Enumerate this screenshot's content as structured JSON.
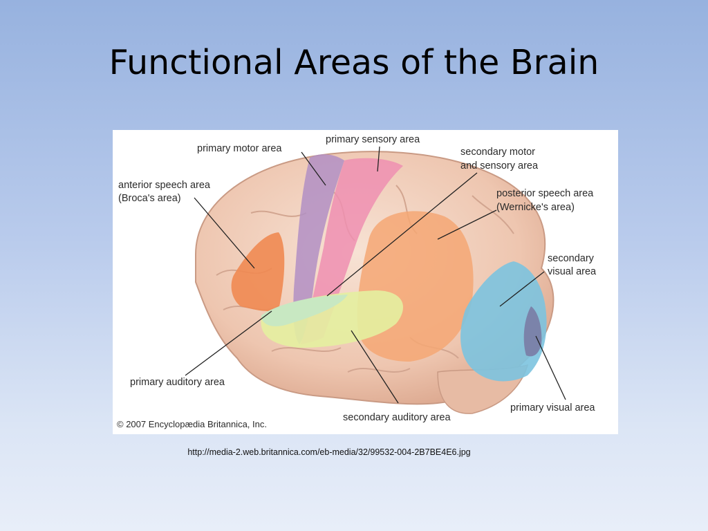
{
  "slide": {
    "title": "Functional Areas of the Brain",
    "source_url": "http://media-2.web.britannica.com/eb-media/32/99532-004-2B7BE4E6.jpg"
  },
  "figure": {
    "copyright": "© 2007 Encyclopædia Britannica, Inc.",
    "labels": {
      "primary_motor": "primary motor area",
      "primary_sensory": "primary sensory area",
      "secondary_motor_1": "secondary motor",
      "secondary_motor_2": "and sensory area",
      "anterior_speech_1": "anterior speech area",
      "anterior_speech_2": "(Broca's area)",
      "posterior_speech_1": "posterior speech area",
      "posterior_speech_2": "(Wernicke's area)",
      "secondary_visual_1": "secondary",
      "secondary_visual_2": "visual area",
      "primary_auditory": "primary auditory area",
      "secondary_auditory": "secondary auditory area",
      "primary_visual": "primary visual area"
    },
    "colors": {
      "brain_tissue": "#f1d0bd",
      "primary_motor": "#b28fc4",
      "primary_sensory": "#ee8fb2",
      "broca": "#f08a52",
      "wernicke": "#f4a774",
      "primary_auditory": "#c6e8c4",
      "secondary_auditory": "#e4f0a0",
      "secondary_visual": "#7cc3df",
      "primary_visual": "#7a80a8"
    }
  }
}
